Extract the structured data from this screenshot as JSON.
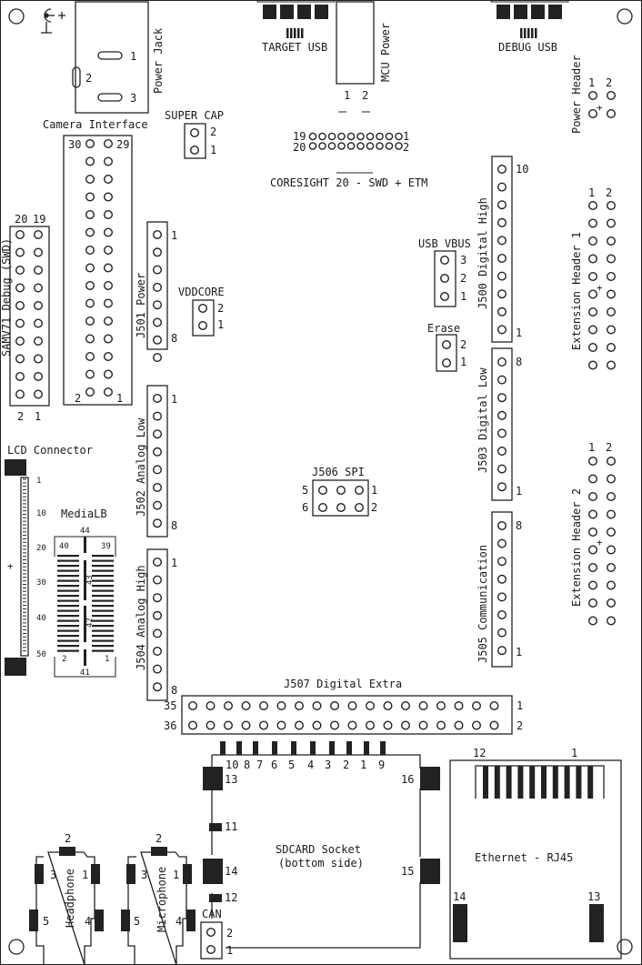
{
  "labels": {
    "power_jack": "Power Jack",
    "jack_pin1": "1",
    "jack_pin2": "2",
    "jack_pin3": "3",
    "target_usb": "TARGET USB",
    "mcu_power": "MCU Power",
    "mcu_pin1": "1",
    "mcu_pin2": "2",
    "debug_usb": "DEBUG USB",
    "power_header": "Power Header",
    "ph_pin1": "1",
    "ph_pin2": "2",
    "camera_interface": "Camera Interface",
    "cam_30": "30",
    "cam_29": "29",
    "cam_2": "2",
    "cam_1": "1",
    "super_cap": "SUPER CAP",
    "sc_2": "2",
    "sc_1": "1",
    "cs_19": "19",
    "cs_20": "20",
    "cs_1": "1",
    "cs_2": "2",
    "coresight": "CORESIGHT 20 - SWD + ETM",
    "j500": "J500 Digital High",
    "j500_10": "10",
    "j500_1": "1",
    "ext1": "Extension Header 1",
    "ext1_1": "1",
    "ext1_2": "2",
    "samv71": "SAMV71 Debug (SWD)",
    "sam_20": "20",
    "sam_19": "19",
    "sam_2": "2",
    "sam_1": "1",
    "j501": "J501 Power",
    "j501_1": "1",
    "j501_8": "8",
    "vddcore": "VDDCORE",
    "vdd_2": "2",
    "vdd_1": "1",
    "usb_vbus": "USB VBUS",
    "vb_3": "3",
    "vb_2": "2",
    "vb_1": "1",
    "erase": "Erase",
    "er_2": "2",
    "er_1": "1",
    "j503": "J503 Digital Low",
    "j503_8": "8",
    "j503_1": "1",
    "j502": "J502 Analog Low",
    "j502_1": "1",
    "j502_8": "8",
    "lcd": "LCD Connector",
    "lcd_1": "1",
    "lcd_10": "10",
    "lcd_20": "20",
    "lcd_30": "30",
    "lcd_40": "40",
    "lcd_50": "50",
    "medialb": "MediaLB",
    "mlb_44": "44",
    "mlb_40": "40",
    "mlb_39": "39",
    "mlb_43": "43",
    "mlb_42": "42",
    "mlb_2": "2",
    "mlb_1": "1",
    "mlb_41": "41",
    "j506": "J506 SPI",
    "j506_5": "5",
    "j506_6": "6",
    "j506_1": "1",
    "j506_2": "2",
    "ext2": "Extension Header 2",
    "ext2_1": "1",
    "ext2_2": "2",
    "j505": "J505 Communication",
    "j505_8": "8",
    "j505_1": "1",
    "j504": "J504 Analog High",
    "j504_1": "1",
    "j504_8": "8",
    "j507": "J507 Digital Extra",
    "j507_35": "35",
    "j507_36": "36",
    "j507_1": "1",
    "j507_2": "2",
    "sd_top": [
      "10",
      "8",
      "7",
      "6",
      "5",
      "4",
      "3",
      "2",
      "1",
      "9"
    ],
    "sd_13": "13",
    "sd_11": "11",
    "sd_14": "14",
    "sd_12": "12",
    "sd_16": "16",
    "sd_15": "15",
    "sdcard_1": "SDCARD Socket",
    "sdcard_2": "(bottom side)",
    "eth_12": "12",
    "eth_1": "1",
    "ethernet": "Ethernet - RJ45",
    "eth_14": "14",
    "eth_13": "13",
    "headphone": "Headphone",
    "hp_2": "2",
    "hp_3": "3",
    "hp_1": "1",
    "hp_5": "5",
    "hp_4": "4",
    "microphone": "Microphone",
    "mic_2": "2",
    "mic_3": "3",
    "mic_1": "1",
    "mic_5": "5",
    "mic_4": "4",
    "can": "CAN",
    "can_2": "2",
    "can_1": "1"
  }
}
